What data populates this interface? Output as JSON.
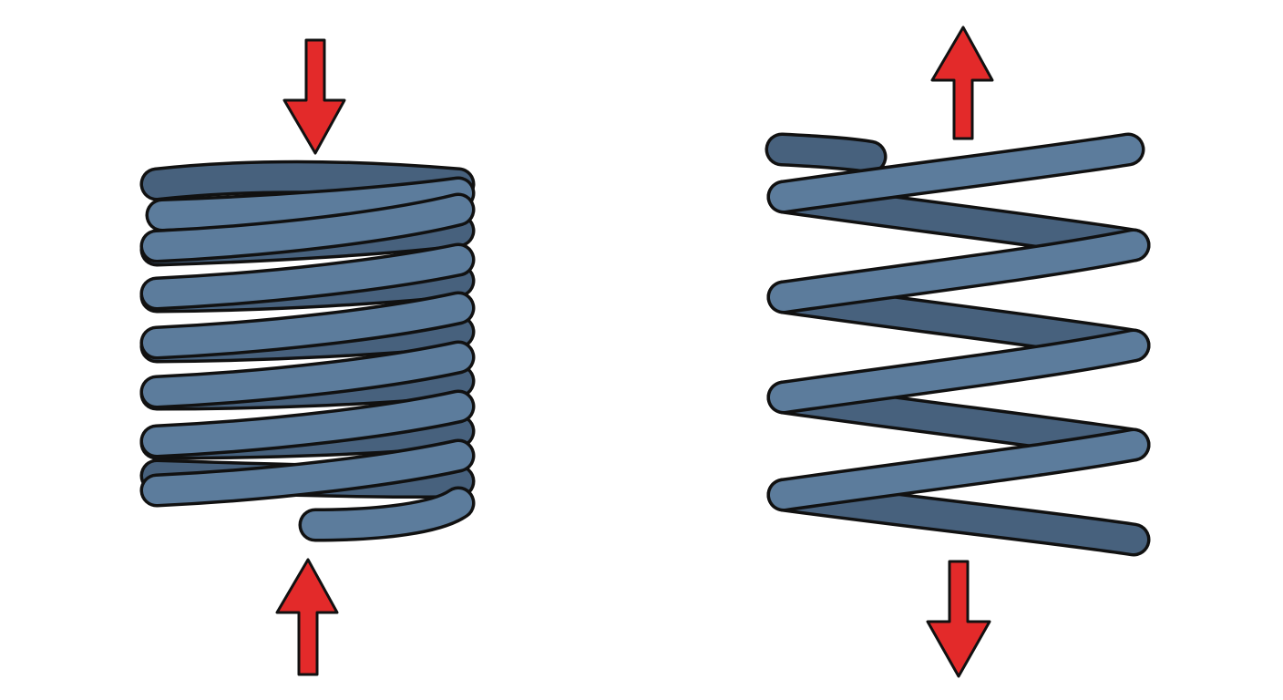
{
  "background": "#ffffff",
  "colors": {
    "coil_front": "#5c7c9c",
    "coil_back": "#47617d",
    "outline": "#111111",
    "arrow": "#e32a2a"
  },
  "springs": [
    {
      "state": "compressed",
      "force_direction": "inward",
      "arrows": [
        "arrow-down-icon",
        "arrow-up-icon"
      ]
    },
    {
      "state": "extended",
      "force_direction": "outward",
      "arrows": [
        "arrow-up-icon",
        "arrow-down-icon"
      ]
    }
  ]
}
